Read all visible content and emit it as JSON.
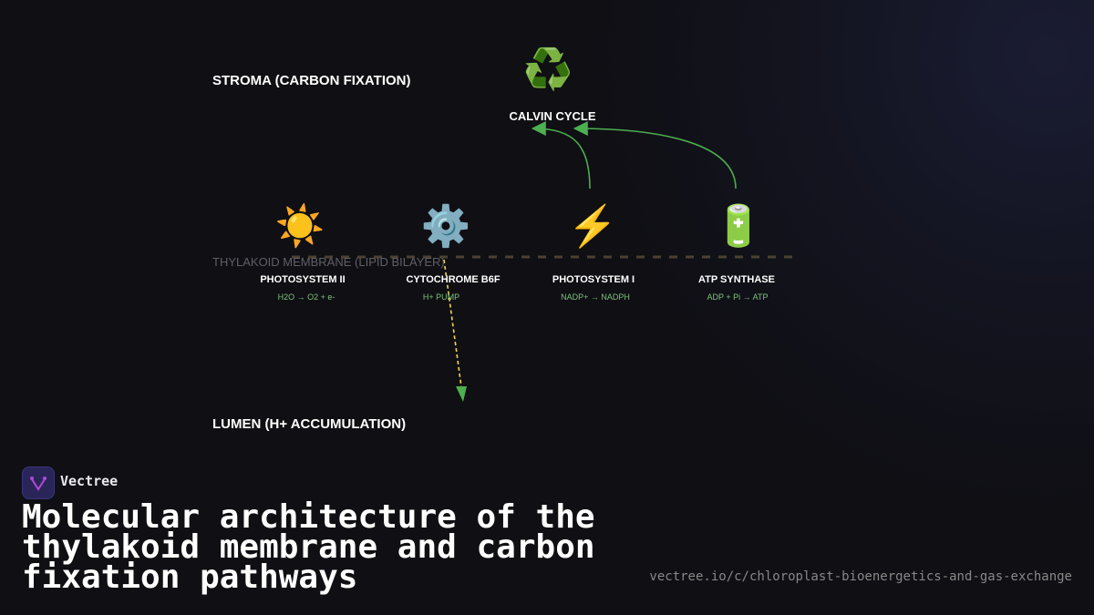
{
  "regions": {
    "stroma": "STROMA (CARBON FIXATION)",
    "membrane": "THYLAKOID MEMBRANE (LIPID BILAYER)",
    "lumen": "LUMEN (H+ ACCUMULATION)"
  },
  "calvin": {
    "icon": "♻️",
    "label": "CALVIN CYCLE"
  },
  "nodes": [
    {
      "icon": "☀️",
      "label": "PHOTOSYSTEM II",
      "sub": "H2O → O2 + e-"
    },
    {
      "icon": "⚙️",
      "label": "CYTOCHROME B6F",
      "sub": "H+ PUMP"
    },
    {
      "icon": "⚡",
      "label": "PHOTOSYSTEM I",
      "sub": "NADP+ → NADPH"
    },
    {
      "icon": "🔋",
      "label": "ATP SYNTHASE",
      "sub": "ADP + Pi → ATP"
    }
  ],
  "colors": {
    "arrow": "#4caf50",
    "proton": "#f5d742",
    "membrane": "#4a4230"
  },
  "footer": {
    "brand": "Vectree",
    "title": "Molecular architecture of the thylakoid membrane and carbon fixation pathways",
    "url": "vectree.io/c/chloroplast-bioenergetics-and-gas-exchange"
  }
}
